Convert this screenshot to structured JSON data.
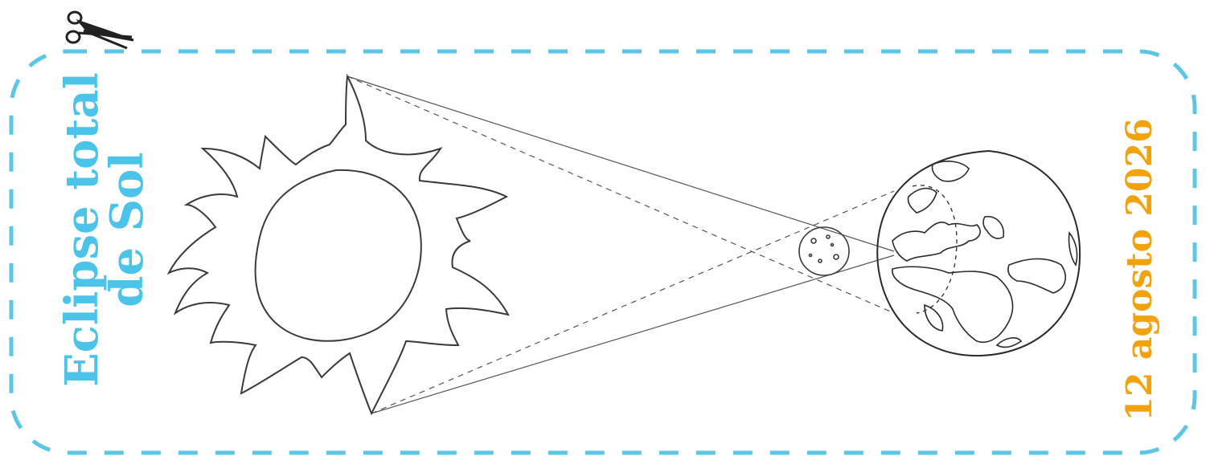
{
  "title": {
    "line1": "Eclipse total",
    "line2": "de Sol"
  },
  "date": "12 agosto 2026",
  "colors": {
    "border": "#5bc6e6",
    "title": "#4cc3e8",
    "date": "#f2a20c",
    "ink": "#3a3a3a"
  },
  "icons": {
    "cut": "scissors-icon"
  }
}
